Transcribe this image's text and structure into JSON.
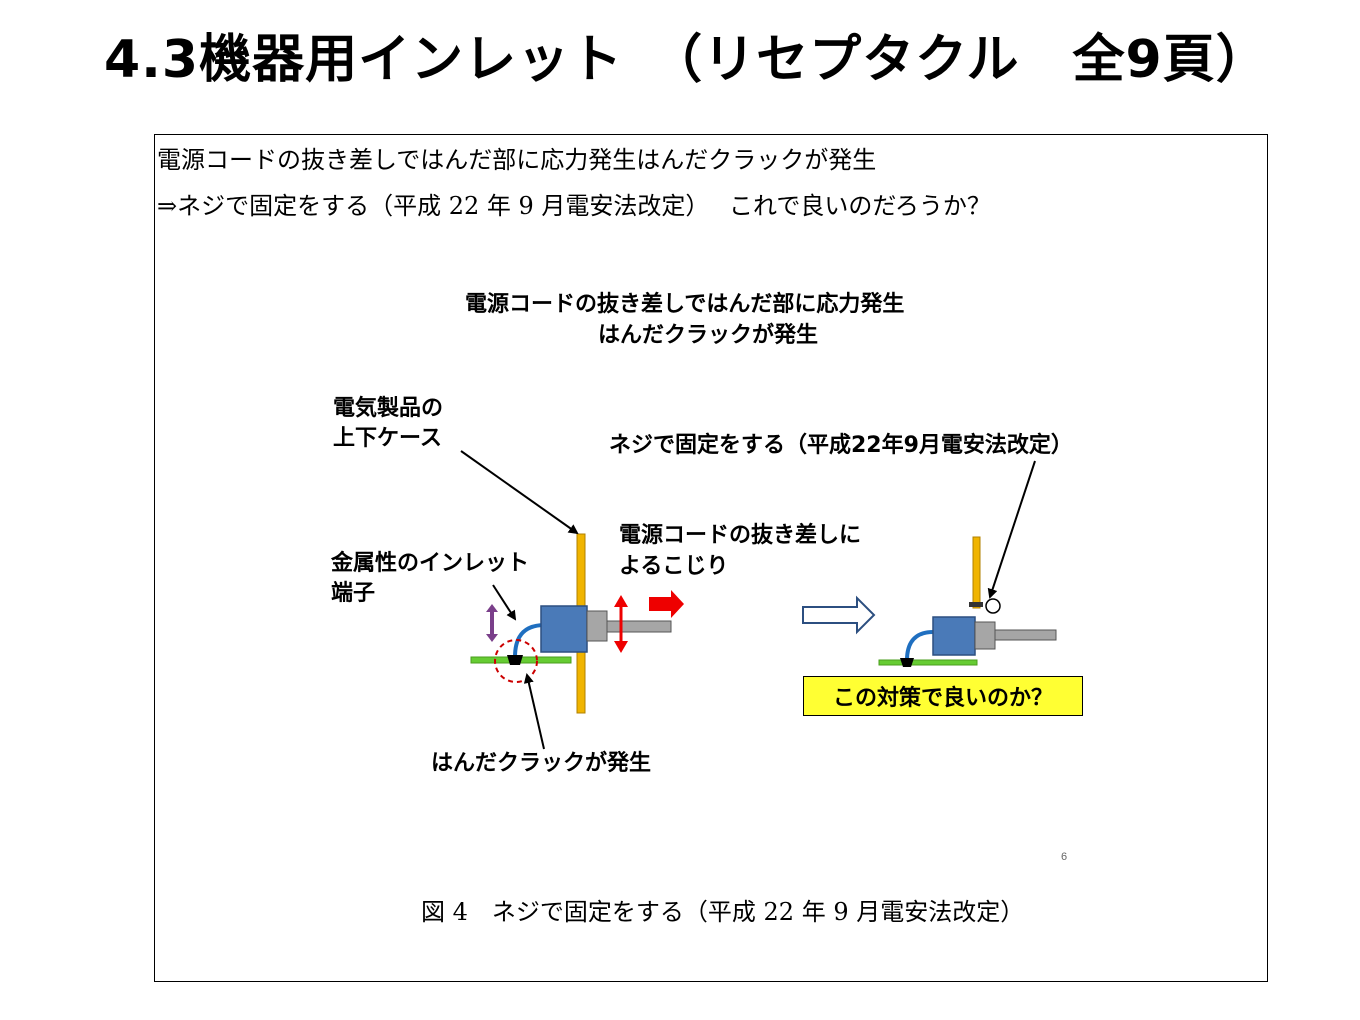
{
  "title": "4.3機器用インレット　（リセプタクル　全9頁）",
  "intro": {
    "line1": "電源コードの抜き差しではんだ部に応力発生はんだクラックが発生",
    "line2": "⇒ネジで固定をする（平成 22 年 9 月電安法改定）　 これで良いのだろうか？"
  },
  "diagram": {
    "heading_line1": "電源コードの抜き差しではんだ部に応力発生",
    "heading_line2": "はんだクラックが発生",
    "case_label_line1": "電気製品の",
    "case_label_line2": "上下ケース",
    "screw_label": "ネジで固定をする（平成22年9月電安法改定）",
    "twist_label_line1": "電源コードの抜き差しに",
    "twist_label_line2": "よるこじり",
    "terminal_label_line1": "金属性のインレット",
    "terminal_label_line2": "端子",
    "crack_label": "はんだクラックが発生",
    "question_label": "この対策で良いのか？"
  },
  "colors": {
    "case_panel": "#f0b400",
    "inlet_body": "#4a7ab8",
    "pcb": "#66cc33",
    "arrow_red": "#ee0000",
    "question_bg": "#ffff33",
    "terminal_wire": "#1f6fc0"
  },
  "page_number": "6",
  "caption": "図 4　ネジで固定をする（平成 22 年 9 月電安法改定）"
}
